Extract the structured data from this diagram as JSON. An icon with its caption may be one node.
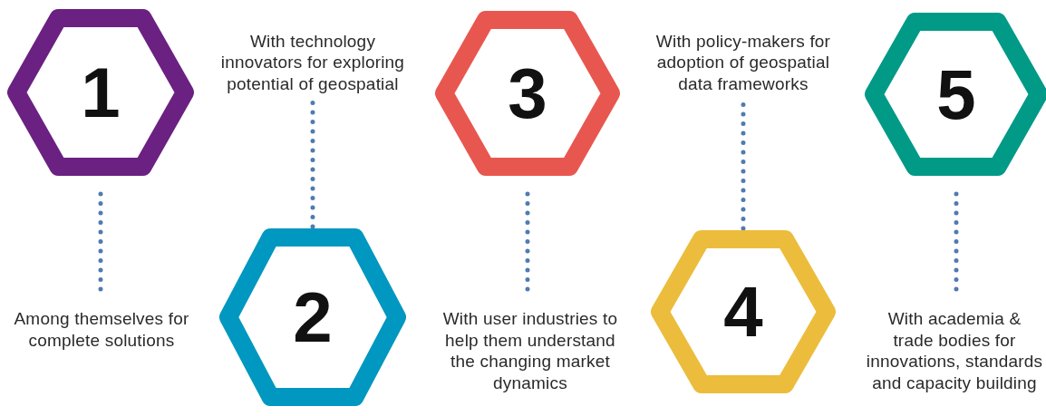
{
  "diagram": {
    "nodes": [
      {
        "text": [
          "1"
        ]
      },
      {
        "text": [
          "Among themselves for complete solutions"
        ]
      },
      {
        "text": [
          "With technology innovators for exploring potential of geospatial"
        ]
      },
      {
        "text": [
          "2"
        ]
      },
      {
        "text": [
          "3"
        ]
      },
      {
        "text": [
          "With user industries to help them understand the changing market dynamics"
        ]
      },
      {
        "text": [
          "With policy-makers for adoption of geospatial data frameworks"
        ]
      },
      {
        "text": [
          "4"
        ]
      },
      {
        "text": [
          "5"
        ]
      },
      {
        "text": [
          "With academia & trade bodies for innovations, standards and capacity building"
        ]
      }
    ],
    "edges": [
      {
        "from": 0,
        "to": 1,
        "arrow": "none",
        "style": "dashed"
      },
      {
        "from": 3,
        "to": 2,
        "arrow": "none",
        "style": "dashed"
      },
      {
        "from": 4,
        "to": 5,
        "arrow": "none",
        "style": "dashed"
      },
      {
        "from": 7,
        "to": 6,
        "arrow": "none",
        "style": "dashed"
      },
      {
        "from": 8,
        "to": 9,
        "arrow": "none",
        "style": "dashed"
      }
    ]
  }
}
